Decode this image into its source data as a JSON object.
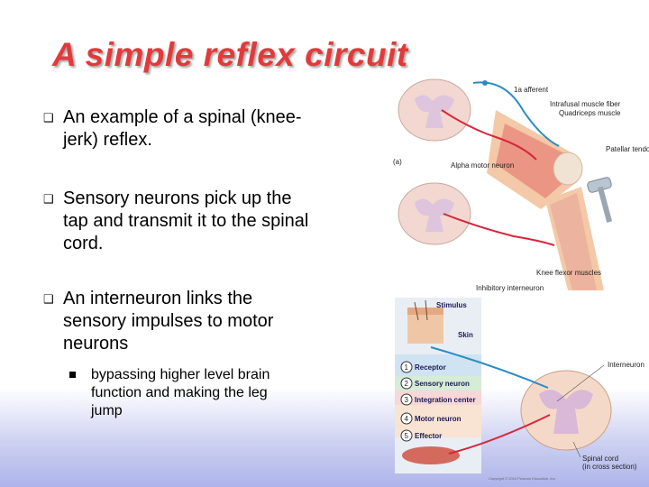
{
  "slide": {
    "title": "A simple reflex circuit",
    "bullets": [
      {
        "text": "An example of a spinal (knee-jerk) reflex."
      },
      {
        "text": "Sensory neurons pick up the tap and transmit it to the spinal cord."
      },
      {
        "text": "An interneuron links the sensory impulses to motor neurons",
        "sub": "bypassing higher level brain function and making the leg jump"
      }
    ]
  },
  "figure_a": {
    "panel_label": "(a)",
    "labels": {
      "ia_afferent": "1a afferent",
      "intrafusal": "Intrafusal muscle fiber",
      "quadriceps": "Quadriceps muscle",
      "patellar": "Patellar tendon",
      "alpha_motor": "Alpha motor neuron",
      "knee_flexor": "Knee flexor muscles",
      "inhibitory": "Inhibitory interneuron"
    }
  },
  "figure_b": {
    "labels": {
      "stimulus": "Stimulus",
      "skin": "Skin",
      "interneuron": "Interneuron",
      "spinal_cord": "Spinal cord",
      "cross_section": "(in cross section)"
    },
    "steps": [
      {
        "num": "1",
        "label": "Receptor"
      },
      {
        "num": "2",
        "label": "Sensory neuron"
      },
      {
        "num": "3",
        "label": "Integration center"
      },
      {
        "num": "4",
        "label": "Motor neuron"
      },
      {
        "num": "5",
        "label": "Effector"
      }
    ],
    "copyright": "Copyright © 2010 Pearson Education, Inc."
  },
  "colors": {
    "title": "#e23a3a",
    "background_fade": "#aeb4ea",
    "sensory": "#2b8cc4",
    "motor": "#d7263d"
  }
}
